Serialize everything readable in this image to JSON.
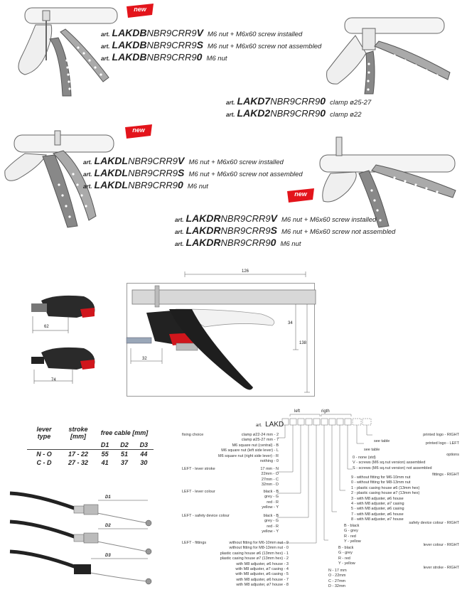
{
  "badge": "new",
  "group_b": {
    "prefix": "art.",
    "lines": [
      {
        "base": "LAKD",
        "letter": "B",
        "code": "NBR9CRR9",
        "suffix": "V",
        "desc": "M6 nut + M6x60 screw installed"
      },
      {
        "base": "LAKD",
        "letter": "B",
        "code": "NBR9CRR9",
        "suffix": "S",
        "desc": "M6 nut + M6x60 screw not assembled"
      },
      {
        "base": "LAKD",
        "letter": "B",
        "code": "NBR9CRR9",
        "suffix": "0",
        "desc": "M6 nut"
      }
    ]
  },
  "group_clamp": {
    "prefix": "art.",
    "lines": [
      {
        "base": "LAKD",
        "letter": "7",
        "code": "NBR9CRR9",
        "suffix": "0",
        "desc": "clamp ø25-27"
      },
      {
        "base": "LAKD",
        "letter": "2",
        "code": "NBR9CRR9",
        "suffix": "0",
        "desc": "clamp ø22"
      }
    ]
  },
  "group_l": {
    "prefix": "art.",
    "lines": [
      {
        "base": "LAKD",
        "letter": "L",
        "code": "NBR9CRR9",
        "suffix": "V",
        "desc": "M6 nut + M6x60 screw installed"
      },
      {
        "base": "LAKD",
        "letter": "L",
        "code": "NBR9CRR9",
        "suffix": "S",
        "desc": "M6 nut + M6x60 screw not assembled"
      },
      {
        "base": "LAKD",
        "letter": "L",
        "code": "NBR9CRR9",
        "suffix": "0",
        "desc": "M6 nut"
      }
    ]
  },
  "group_r": {
    "prefix": "art.",
    "lines": [
      {
        "base": "LAKD",
        "letter": "R",
        "code": "NBR9CRR9",
        "suffix": "V",
        "desc": "M6 nut + M6x60 screw installed"
      },
      {
        "base": "LAKD",
        "letter": "R",
        "code": "NBR9CRR9",
        "suffix": "S",
        "desc": "M6 nut + M6x60 screw not assembled"
      },
      {
        "base": "LAKD",
        "letter": "R",
        "code": "NBR9CRR9",
        "suffix": "0",
        "desc": "M6 nut"
      }
    ]
  },
  "dimensions": {
    "top": "126",
    "right_mid": "34",
    "right_long": "138",
    "left_small": "32",
    "detail_top": "62",
    "detail_bottom": "74"
  },
  "table": {
    "headers": [
      "lever type",
      "stroke [mm]",
      "free cable [mm]"
    ],
    "sub": [
      "D1",
      "D2",
      "D3"
    ],
    "rows": [
      {
        "type": "N - O",
        "stroke": "17 - 22",
        "d1": "55",
        "d2": "51",
        "d3": "44"
      },
      {
        "type": "C - D",
        "stroke": "27 - 32",
        "d1": "41",
        "d2": "37",
        "d3": "30"
      }
    ]
  },
  "cables": [
    "D1",
    "D2",
    "D3"
  ],
  "legend": {
    "header_left": "left",
    "header_right": "rigth",
    "art_prefix": "art.",
    "art_code": "LAKD",
    "fixing": {
      "label": "fixing choice",
      "items": [
        "clamp ø22-24 mm - 2",
        "clamp ø25-27 mm - 7",
        "M6 square nut (central) - B",
        "M6 square nut (left side lever) - L",
        "M6 square nut (right side lever) - R",
        "nothing - 0"
      ]
    },
    "left_stroke": {
      "label": "LEFT - lever stroke",
      "items": [
        "17 mm - N",
        "22mm - O",
        "27mm - C",
        "32mm - D"
      ]
    },
    "left_colour": {
      "label": "LEFT - lever colour",
      "items": [
        "black - B",
        "grey - G",
        "red - R",
        "yellow - Y"
      ]
    },
    "left_safety": {
      "label": "LEFT - safety device colour",
      "items": [
        "black - B",
        "grey - G",
        "red - R",
        "yellow - Y"
      ]
    },
    "left_fittings": {
      "label": "LEFT - fittings",
      "items": [
        "without fitting for M6-10mm nut - 9",
        "without fitting for M8-13mm nut - 0",
        "plastic casing house ø6 (13mm hex) - 1",
        "plastic casing house ø7 (13mm hex) - 2",
        "with M8 adjuster, ø6 house - 3",
        "with M8 adjuster, ø7 casing - 4",
        "with M8 adjuster, ø6 casing - 5",
        "with M8 adjuster, ø6 house - 7",
        "with M8 adjuster, ø7 house - 8"
      ]
    },
    "logo_right": {
      "prefix": "see table",
      "label": "printed logo - RIGHT"
    },
    "logo_left": {
      "prefix": "see table",
      "label": "printed logo - LEFT"
    },
    "options": {
      "label": "options",
      "items": [
        "0 - none (std)",
        "V - screws (M6 sq.nut version) assembled",
        "S - screws (M6 sq.nut version) not assembled"
      ]
    },
    "right_fittings": {
      "label": "fittings - RIGHT",
      "items": [
        "9 - without fitting for M6-10mm nut",
        "0 - without fitting for M8-13mm nut",
        "1 - plastic casing house ø6 (13mm hex)",
        "2 - plastic casing house ø7 (13mm hex)",
        "3 - with M8 adjuster, ø6 house",
        "4 - with M8 adjuster, ø7 casing",
        "5 - with M8 adjuster, ø6 casing",
        "7 - with M8 adjuster, ø6 house",
        "8 - with M8 adjuster, ø7 house"
      ]
    },
    "right_safety": {
      "label": "safety device colour - RIGHT",
      "items": [
        "B - black",
        "G - grey",
        "R - red",
        "Y - yellow"
      ]
    },
    "right_colour": {
      "label": "lever colour - RIGHT",
      "items": [
        "B - black",
        "G - grey",
        "R - red",
        "Y - yellow"
      ]
    },
    "right_stroke": {
      "label": "lever stroke - RIGHT",
      "items": [
        "N - 17 mm",
        "O - 22mm",
        "C - 27mm",
        "D - 32mm"
      ]
    }
  },
  "colors": {
    "badge_red": "#e3141b",
    "accent_red": "#d0161c",
    "lever_dark": "#1e1e1e"
  }
}
